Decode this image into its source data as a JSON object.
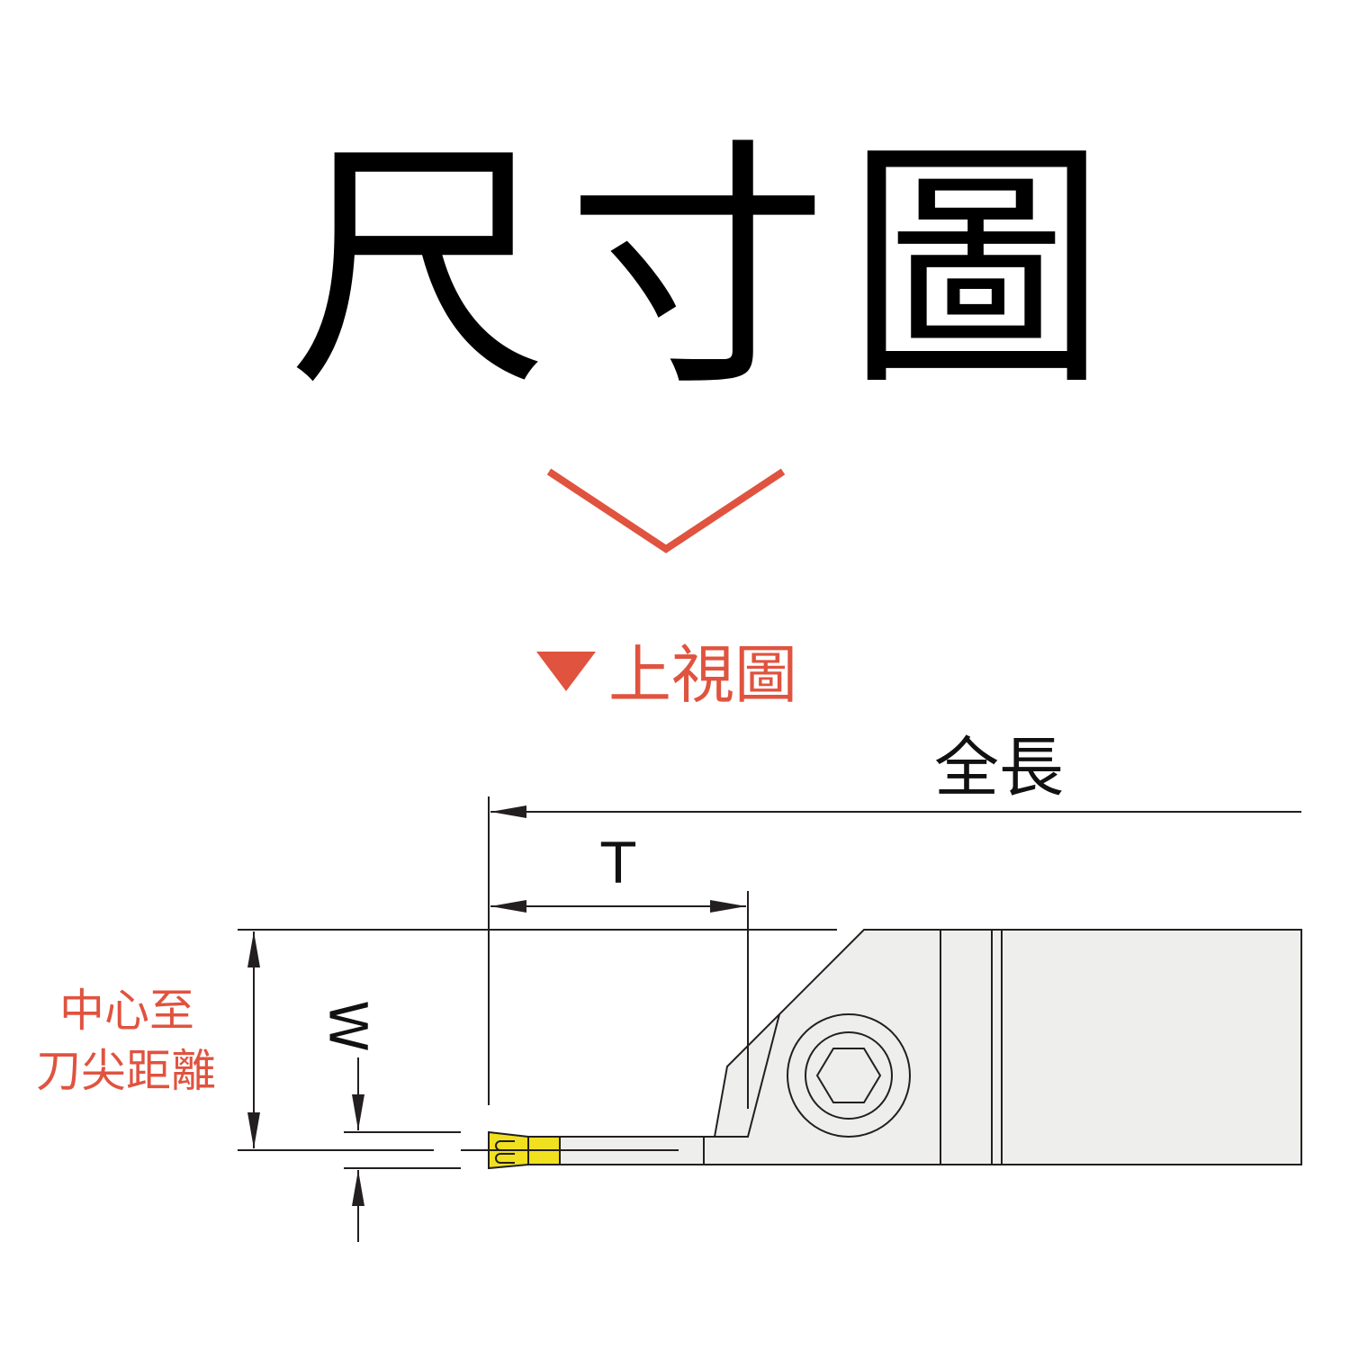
{
  "title": "尺寸圖",
  "section_title": "上視圖",
  "labels": {
    "overall_length": "全長",
    "t": "T",
    "w": "W",
    "center_to_tip_line1": "中心至",
    "center_to_tip_line2": "刀尖距離"
  },
  "colors": {
    "accent": "#e0533f",
    "body": "#eeeeec",
    "insert": "#f0e020",
    "line": "#231f20"
  }
}
